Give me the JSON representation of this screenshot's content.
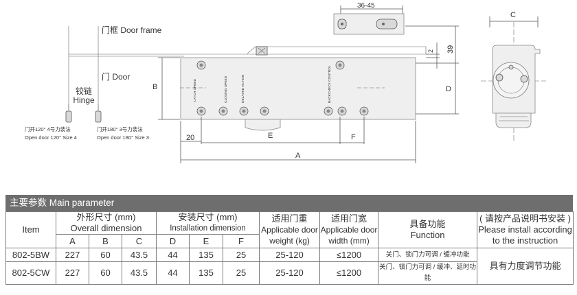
{
  "drawing": {
    "labels": {
      "door_frame": "门框 Door frame",
      "door": "门 Door",
      "hinge_cn": "铰链",
      "hinge_en": "Hinge",
      "open120_cn": "门开120° 4号力装法",
      "open120_en": "Open door 120° Size 4",
      "open180_cn": "门开180° 3号力装法",
      "open180_en": "Open door 180° Size 3",
      "latch_speed": "LATCH SPEED",
      "closing_speed": "CLOSING SPEED",
      "delayed_action": "DELAYED ACTION",
      "backcheck_control": "BACKCHECK CONTROL"
    },
    "dims": {
      "d36_45": "36-45",
      "d2": "2",
      "d39": "39",
      "A": "A",
      "B": "B",
      "C": "C",
      "D": "D",
      "E": "E",
      "F": "F",
      "d20": "20"
    }
  },
  "table": {
    "title": "主要参数  Main parameter",
    "item": "Item",
    "overall_cn": "外形尺寸 (mm)",
    "overall_en": "Overall dimension",
    "install_cn": "安装尺寸 (mm)",
    "install_en": "Installation dimension",
    "weight_cn": "适用门重",
    "weight_en1": "Applicable door",
    "weight_en2": "weight (kg)",
    "width_cn": "适用门宽",
    "width_en1": "Applicable door",
    "width_en2": "width (mm)",
    "func_cn": "具备功能",
    "func_en": "Function",
    "note_cn": "( 请按产品说明书安装 )",
    "note_en1": "Please install according",
    "note_en2": "to the instruction",
    "cols": [
      "A",
      "B",
      "C",
      "D",
      "E",
      "F"
    ],
    "rows": [
      {
        "item": "802-5BW",
        "A": "227",
        "B": "60",
        "C": "43.5",
        "D": "44",
        "E": "135",
        "F": "25",
        "weight": "25-120",
        "width": "≤1200",
        "function": "关门、锁门力可调 / 缓冲功能"
      },
      {
        "item": "802-5CW",
        "A": "227",
        "B": "60",
        "C": "43.5",
        "D": "44",
        "E": "135",
        "F": "25",
        "weight": "25-120",
        "width": "≤1200",
        "function": "关门、锁门力可调 / 缓冲、延时功能"
      }
    ],
    "note_rows": "具有力度调节功能"
  }
}
